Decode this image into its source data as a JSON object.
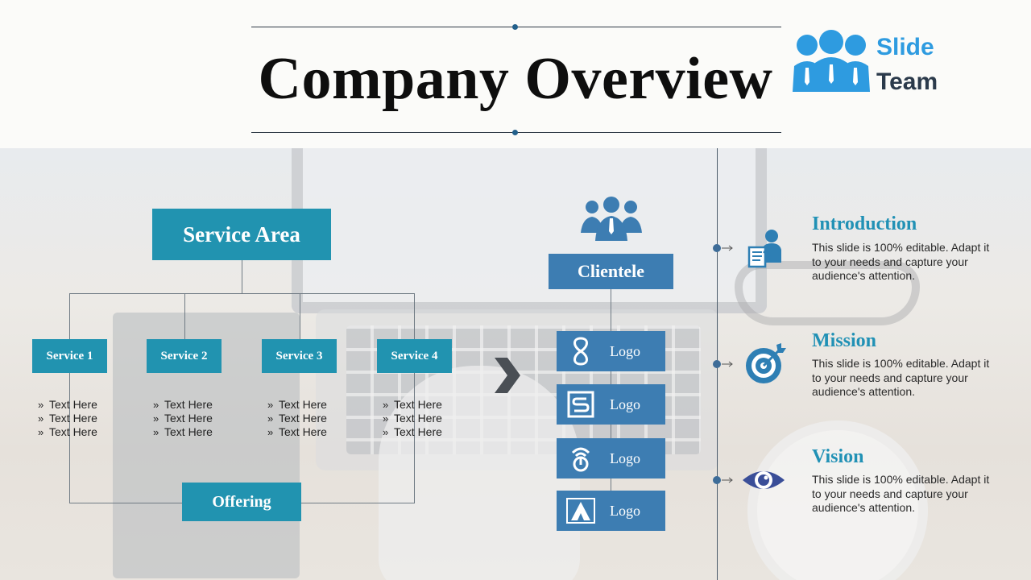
{
  "slide": {
    "title": "Company Overview"
  },
  "brand": {
    "line1": "Slide",
    "line2": "Team",
    "color_primary": "#2e9be0",
    "color_text": "#2b3a4b"
  },
  "org_chart": {
    "service_area": "Service Area",
    "offering": "Offering",
    "services": [
      {
        "label": "Service 1",
        "bullets": [
          "Text Here",
          "Text Here",
          "Text Here"
        ]
      },
      {
        "label": "Service 2",
        "bullets": [
          "Text Here",
          "Text Here",
          "Text Here"
        ]
      },
      {
        "label": "Service 3",
        "bullets": [
          "Text Here",
          "Text Here",
          "Text Here"
        ]
      },
      {
        "label": "Service 4",
        "bullets": [
          "Text Here",
          "Text Here",
          "Text Here"
        ]
      }
    ],
    "bullet_marker": "»",
    "box_color": "#2193b0"
  },
  "clientele": {
    "heading": "Clientele",
    "icon": "people-group-icon",
    "logos": [
      {
        "label": "Logo",
        "icon": "infinity-loop-icon"
      },
      {
        "label": "Logo",
        "icon": "s-square-icon"
      },
      {
        "label": "Logo",
        "icon": "signal-power-icon"
      },
      {
        "label": "Logo",
        "icon": "a-triangle-icon"
      }
    ],
    "box_color": "#3d7db2"
  },
  "info": [
    {
      "title": "Introduction",
      "icon": "presenter-board-icon",
      "text": "This slide is 100% editable. Adapt it to your needs and capture your audience's attention."
    },
    {
      "title": "Mission",
      "icon": "target-arrow-icon",
      "text": "This slide is 100% editable. Adapt it to your needs and capture your audience's attention."
    },
    {
      "title": "Vision",
      "icon": "eye-icon",
      "text": "This slide is 100% editable. Adapt it to your needs and capture your audience's attention."
    }
  ],
  "colors": {
    "accent": "#2191b5",
    "clientele": "#3d7db2",
    "timeline": "#4b5b6a"
  }
}
